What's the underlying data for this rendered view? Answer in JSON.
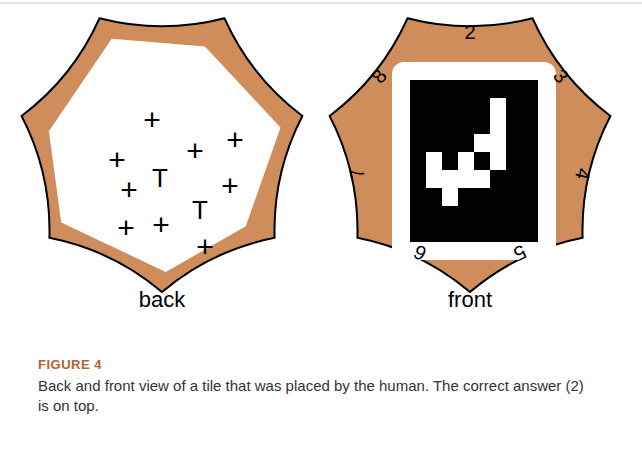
{
  "diagram": {
    "caption": "Back and front view of a tile that was placed by the human. The correct answer (2) is on top.",
    "nodes": [
      {
        "text": [
          "back",
          "+",
          "+",
          "+",
          "+",
          "T",
          "+",
          "+",
          "T",
          "+",
          "+",
          "+"
        ]
      },
      {
        "text": [
          "front",
          "2",
          "3",
          "4",
          "5",
          "6",
          "7",
          "8"
        ]
      }
    ],
    "labels": [
      "FIGURE 4"
    ]
  }
}
